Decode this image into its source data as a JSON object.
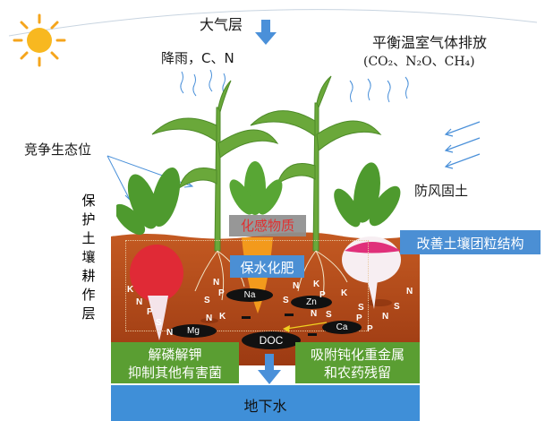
{
  "atmosphere": {
    "title": "大气层"
  },
  "rain": {
    "text": "降雨，C、N"
  },
  "ghg": {
    "line1": "平衡温室气体排放",
    "line2": "(CO₂、N₂O、CH₄)"
  },
  "competition": {
    "text": "竞争生态位"
  },
  "windbreak": {
    "text": "防风固土"
  },
  "protect": {
    "chars": [
      "保",
      "护",
      "土",
      "壤",
      "耕",
      "作",
      "层"
    ]
  },
  "allelo": {
    "text": "化感物质"
  },
  "water": {
    "text": "保水化肥"
  },
  "soilStructure": {
    "text": "改善土壤团粒结构"
  },
  "phosphorus": {
    "line1": "解磷解钾",
    "line2": "抑制其他有害菌"
  },
  "adsorb": {
    "line1": "吸附钝化重金属",
    "line2": "和农药残留"
  },
  "groundwater": {
    "text": "地下水"
  },
  "nutrients": {
    "na": "Na",
    "zn": "Zn",
    "mg": "Mg",
    "ca": "Ca",
    "doc": "DOC",
    "k": "K",
    "n": "N",
    "p": "P",
    "s": "S"
  },
  "colors": {
    "soil": "#b5461a",
    "soilDark": "#8f3510",
    "green": "#5a9e32",
    "blue": "#4b8fd4",
    "red": "#d93a3a",
    "groundwater": "#3f8fd8",
    "arrow": "#4a90d9"
  }
}
